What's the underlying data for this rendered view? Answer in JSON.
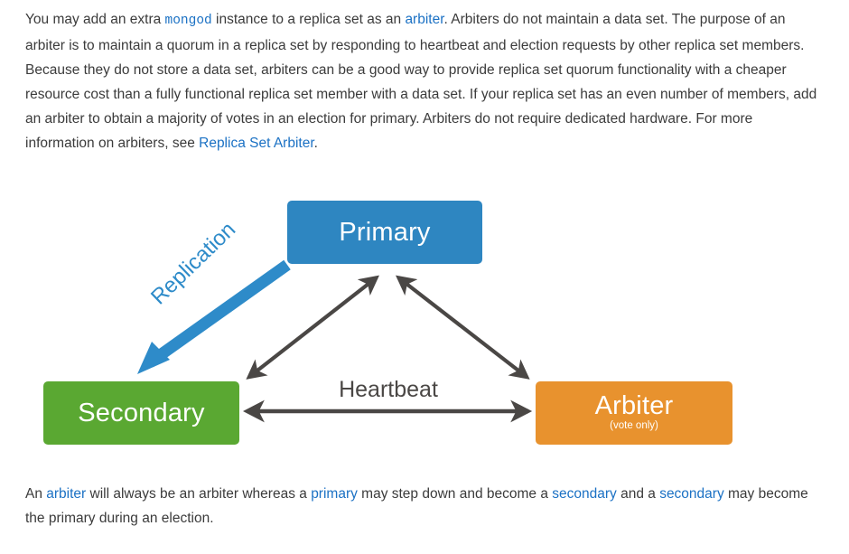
{
  "page": {
    "background": "#ffffff",
    "text_color": "#3b3b3b",
    "link_color": "#1b71c4"
  },
  "intro_paragraph": {
    "segment_1": "You may add an extra ",
    "link_mongod": "mongod",
    "segment_2": " instance to a replica set as an ",
    "link_arbiter": "arbiter",
    "segment_3": ". Arbiters do not maintain a data set. The purpose of an arbiter is to maintain a quorum in a replica set by responding to heartbeat and election requests by other replica set members. Because they do not store a data set, arbiters can be a good way to provide replica set quorum functionality with a cheaper resource cost than a fully functional replica set member with a data set. If your replica set has an even number of members, add an arbiter to obtain a majority of votes in an election for primary. Arbiters do not require dedicated hardware. For more information on arbiters, see ",
    "link_replica_set_arbiter": "Replica Set Arbiter",
    "segment_4": "."
  },
  "diagram": {
    "nodes": [
      {
        "id": "primary",
        "title": "Primary",
        "subtitle": "",
        "color": "#2e86c1"
      },
      {
        "id": "secondary",
        "title": "Secondary",
        "subtitle": "",
        "color": "#5aa832"
      },
      {
        "id": "arbiter",
        "title": "Arbiter",
        "subtitle": "(vote only)",
        "color": "#e8922e"
      }
    ],
    "edges": [
      {
        "id": "replication",
        "label": "Replication",
        "from": "primary",
        "to": "secondary",
        "color": "#2e8bc9",
        "arrow": "single"
      },
      {
        "id": "heartbeat",
        "label": "Heartbeat",
        "from": "secondary",
        "to": "arbiter",
        "color": "#4a4745",
        "arrow": "double"
      },
      {
        "id": "heartbeat-primary-secondary",
        "label": "",
        "from": "primary",
        "to": "secondary",
        "color": "#4a4745",
        "arrow": "double"
      },
      {
        "id": "heartbeat-primary-arbiter",
        "label": "",
        "from": "primary",
        "to": "arbiter",
        "color": "#4a4745",
        "arrow": "double"
      }
    ]
  },
  "outro_paragraph": {
    "segment_1": "An ",
    "link_arbiter": "arbiter",
    "segment_2": " will always be an arbiter whereas a ",
    "link_primary": "primary",
    "segment_3": " may step down and become a ",
    "link_secondary_1": "secondary",
    "segment_4": " and a ",
    "link_secondary_2": "secondary",
    "segment_5": " may become the primary during an election."
  }
}
